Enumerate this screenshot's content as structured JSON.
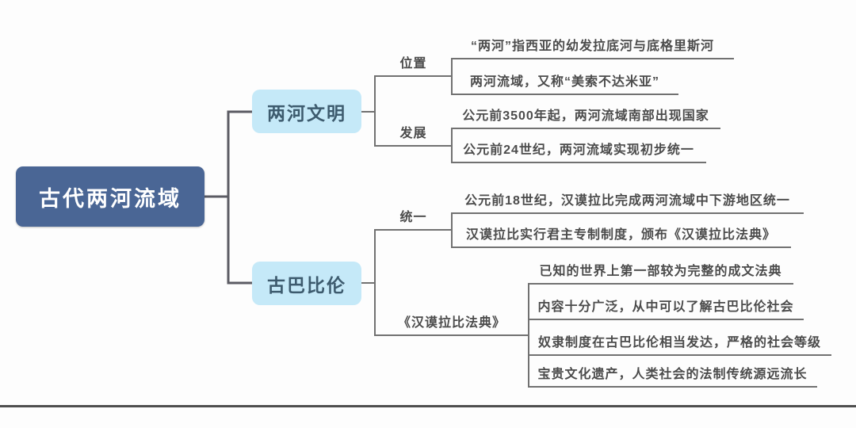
{
  "page": {
    "background": "#fdfdfd",
    "divider_color": "#4e4e4e"
  },
  "colors": {
    "root_bg": "#4a6695",
    "root_text": "#ffffff",
    "branch_bg": "#c5e9f8",
    "branch_text": "#3d5b6e",
    "connector_line": "#717171",
    "trunk_line": "#5b5b63",
    "leaf_text": "#4b4b4b"
  },
  "mindmap": {
    "root": {
      "label": "古代两河流域"
    },
    "branches": [
      {
        "label": "两河文明",
        "children": [
          {
            "label": "位置",
            "leaves": [
              "“两河”指西亚的幼发拉底河与底格里斯河",
              "两河流域，又称“美索不达米亚”"
            ]
          },
          {
            "label": "发展",
            "leaves": [
              "公元前3500年起，两河流域南部出现国家",
              "公元前24世纪，两河流域实现初步统一"
            ]
          }
        ]
      },
      {
        "label": "古巴比伦",
        "children": [
          {
            "label": "统一",
            "leaves": [
              "公元前18世纪，汉谟拉比完成两河流域中下游地区统一",
              "汉谟拉比实行君主专制制度，颁布《汉谟拉比法典》"
            ]
          },
          {
            "label": "《汉谟拉比法典》",
            "leaves": [
              "已知的世界上第一部较为完整的成文法典",
              "内容十分广泛，从中可以了解古巴比伦社会",
              "奴隶制度在古巴比伦相当发达，严格的社会等级",
              "宝贵文化遗产，人类社会的法制传统源远流长"
            ]
          }
        ]
      }
    ]
  }
}
